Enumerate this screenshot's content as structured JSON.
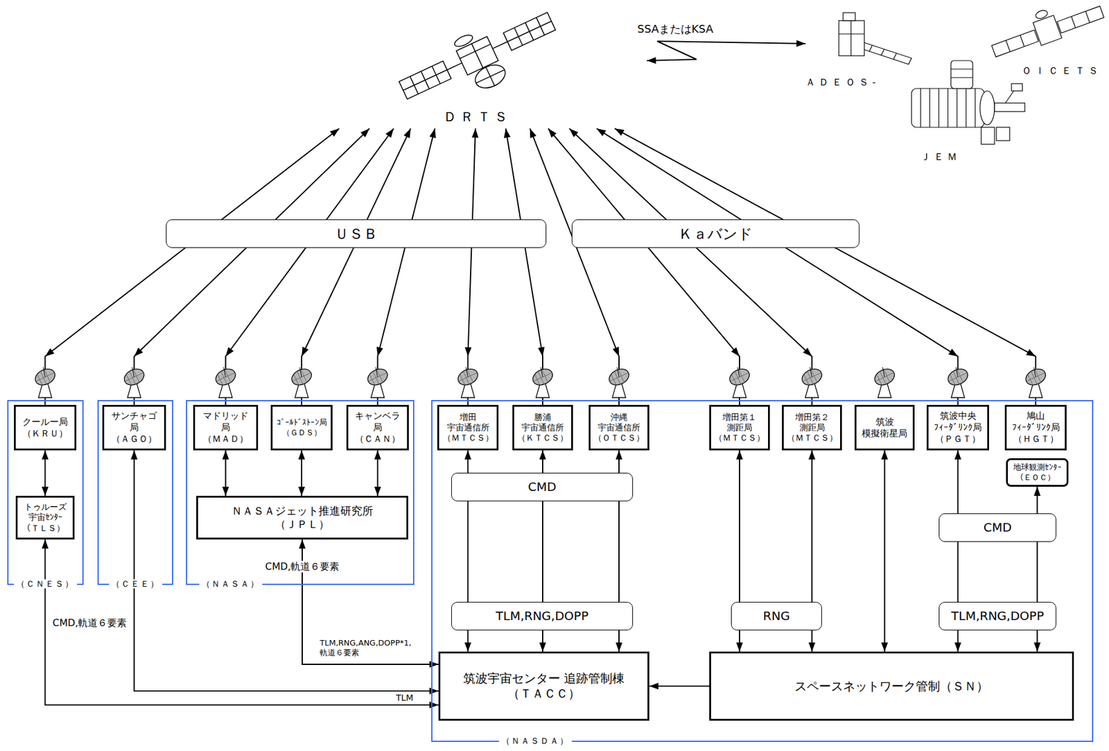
{
  "diagram": {
    "nodes": [
      {
        "text": [
          "ＤＲＴＳ"
        ]
      },
      {
        "text": [
          "ＡＤＥＯＳ-"
        ]
      },
      {
        "text": [
          "ＯＩＣＥＴＳ"
        ]
      },
      {
        "text": [
          "ＪＥＭ"
        ]
      },
      {
        "text": [
          "ＵＳＢ"
        ]
      },
      {
        "text": [
          "Ｋａバンド"
        ]
      },
      {
        "text": [
          "（ＣＮＥＳ）"
        ]
      },
      {
        "text": [
          "クールー局 （ＫＲＵ）"
        ],
        "in": 6
      },
      {
        "text": [
          "トゥルーズ 宇宙ｾﾝﾀｰ （ＴＬＳ）"
        ],
        "in": 6
      },
      {
        "text": [
          "（ＣＥＥ）"
        ]
      },
      {
        "text": [
          "サンチャゴ 局 （ＡＧＯ）"
        ],
        "in": 9
      },
      {
        "text": [
          "（ＮＡＳＡ）"
        ]
      },
      {
        "text": [
          "マドリッド 局 （ＭＡＤ）"
        ],
        "in": 11
      },
      {
        "text": [
          "ｺﾞｰﾙﾄﾞｽﾄｰﾝ局 （ＧＤＳ）"
        ],
        "in": 11
      },
      {
        "text": [
          "キャンベラ 局 （ＣＡＮ）"
        ],
        "in": 11
      },
      {
        "text": [
          "ＮＡＳＡジェット推進研究所 （ＪＰＬ）"
        ],
        "in": 11
      },
      {
        "text": [
          "（ＮＡＳＤＡ）"
        ]
      },
      {
        "text": [
          "増田 宇宙通信所 （ＭＴＣＳ）"
        ],
        "in": 16
      },
      {
        "text": [
          "勝浦 宇宙通信所 （ＫＴＣＳ）"
        ],
        "in": 16
      },
      {
        "text": [
          "沖縄 宇宙通信所 （ＯＴＣＳ）"
        ],
        "in": 16
      },
      {
        "text": [
          "増田第１ 測距局 （ＭＴＣＳ）"
        ],
        "in": 16
      },
      {
        "text": [
          "増田第２ 測距局 （ＭＴＣＳ）"
        ],
        "in": 16
      },
      {
        "text": [
          "筑波 模擬衛星局"
        ],
        "in": 16
      },
      {
        "text": [
          "筑波中央 ﾌｨｰﾀﾞﾘﾝｸ局 （ＰＧＴ）"
        ],
        "in": 16
      },
      {
        "text": [
          "鳩山 ﾌｨｰﾀﾞﾘﾝｸ局 （ＨＧＴ）"
        ],
        "in": 16
      },
      {
        "text": [
          "地球観測ｾﾝﾀｰ （ＥＯＣ）"
        ],
        "in": 16
      },
      {
        "text": [
          "CMD"
        ],
        "in": 16
      },
      {
        "text": [
          "TLM,RNG,DOPP"
        ],
        "in": 16
      },
      {
        "text": [
          "RNG"
        ],
        "in": 16
      },
      {
        "text": [
          "CMD"
        ],
        "in": 16
      },
      {
        "text": [
          "TLM,RNG,DOPP"
        ],
        "in": 16
      },
      {
        "text": [
          "筑波宇宙センター 追跡管制棟（ＴＡＣＣ）"
        ],
        "in": 16
      },
      {
        "text": [
          "スペースネットワーク管制（ＳＮ）"
        ],
        "in": 16
      }
    ],
    "edges": [
      {
        "from": 0,
        "to": 1,
        "arrow": "both",
        "label": "SSAまたはKSA"
      },
      {
        "from": 7,
        "to": 0,
        "arrow": "both"
      },
      {
        "from": 10,
        "to": 0,
        "arrow": "both"
      },
      {
        "from": 12,
        "to": 0,
        "arrow": "both"
      },
      {
        "from": 13,
        "to": 0,
        "arrow": "both"
      },
      {
        "from": 14,
        "to": 0,
        "arrow": "both"
      },
      {
        "from": 17,
        "to": 0,
        "arrow": "both"
      },
      {
        "from": 18,
        "to": 0,
        "arrow": "both"
      },
      {
        "from": 19,
        "to": 0,
        "arrow": "both"
      },
      {
        "from": 20,
        "to": 0,
        "arrow": "both"
      },
      {
        "from": 21,
        "to": 0,
        "arrow": "both"
      },
      {
        "from": 23,
        "to": 0,
        "arrow": "both"
      },
      {
        "from": 24,
        "to": 0,
        "arrow": "both"
      },
      {
        "from": 7,
        "to": 8,
        "arrow": "both"
      },
      {
        "from": 12,
        "to": 15,
        "arrow": "both"
      },
      {
        "from": 13,
        "to": 15,
        "arrow": "both"
      },
      {
        "from": 14,
        "to": 15,
        "arrow": "both"
      },
      {
        "from": 15,
        "to": 31,
        "arrow": "both",
        "label": "TLM,RNG,ANG,DOPP*1, 軌道６要素"
      },
      {
        "from": 10,
        "to": 31,
        "arrow": "both",
        "label": "CMD,軌道６要素"
      },
      {
        "from": 8,
        "to": 31,
        "arrow": "both",
        "label": "TLM"
      },
      {
        "from": 17,
        "to": 31,
        "arrow": "both"
      },
      {
        "from": 18,
        "to": 31,
        "arrow": "both"
      },
      {
        "from": 19,
        "to": 31,
        "arrow": "both"
      },
      {
        "from": 20,
        "to": 32,
        "arrow": "both"
      },
      {
        "from": 21,
        "to": 32,
        "arrow": "both"
      },
      {
        "from": 22,
        "to": 32,
        "arrow": "both"
      },
      {
        "from": 23,
        "to": 32,
        "arrow": "both"
      },
      {
        "from": 25,
        "to": 32,
        "arrow": "both"
      },
      {
        "from": 32,
        "to": 31,
        "arrow": "to"
      }
    ],
    "labels": [
      "CMD,軌道６要素"
    ]
  }
}
